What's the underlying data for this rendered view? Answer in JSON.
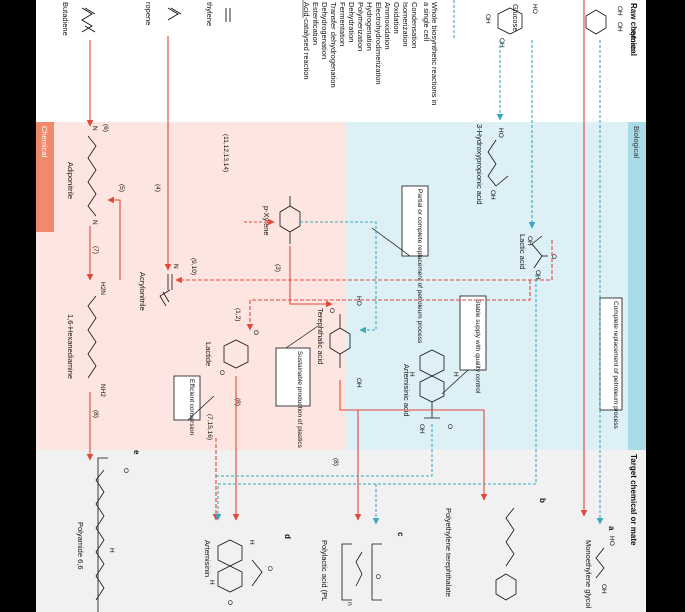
{
  "columns": {
    "left_heading": "Raw chemical",
    "right_heading": "Target chemical or mate",
    "biological_band": "Biological",
    "chemical_band": "Chemical"
  },
  "raw_materials": {
    "xylose": "Xylose",
    "glucose": "Glucose",
    "propene": "ropene",
    "ethylene": "thylene",
    "butadiene": "Butadiene"
  },
  "reaction_legend": [
    "Whole biosynthetic reactions in",
    "a single cell",
    "Condensation",
    "Isomerization",
    "Oxidation",
    "Ammoxidation",
    "Electrohydrodimerization",
    "Hydrogenation",
    "Polymerization",
    "Dehydration",
    "Fermentation",
    "Transfer dehydrogenation",
    "Dehydrogenation",
    "Esterification",
    "Acid-catalysed reaction"
  ],
  "intermediates": {
    "hydroxypropionic": "3-Hydroxypropionic acid",
    "lactic": "Lactic acid",
    "p_xylene": "p-Xylene",
    "terephthalic": "Terephthalic acid",
    "artemisinic": "Artemisinic acid",
    "acrylonitrile": "Acrylonitrile",
    "adiponitrile": "Adiponitrile",
    "hexanediamine": "1,6-Hexanediamine",
    "lactide": "Lactide"
  },
  "products": {
    "monoethylene_glycol": "Monoethylene glycol",
    "pet": "Polyethylene terephthalate",
    "pla": "Polylactic acid (PL",
    "artemisinin": "Artemisinin",
    "polyamide": "Polyamide 6,6"
  },
  "panel_letters": [
    "a",
    "b",
    "c",
    "d",
    "e"
  ],
  "callouts": {
    "complete_replacement": "Complete replacement of petroleum process",
    "partial_replacement": "Partial or complete replacement of petroleum process",
    "stable_supply": "Stable supply with quality control",
    "sustainable": "Sustainable production of plastics",
    "efficient": "Efficient conversion"
  },
  "step_labels": {
    "s11_14": "(11,12,13,14)",
    "s3": "(3)",
    "s9_10": "(9,10)",
    "s4": "(4)",
    "s5": "(5)",
    "s6": "(6)",
    "s7": "(7)",
    "s8a": "(8)",
    "s8b": "(8)",
    "s8c": "(8)",
    "s1_2": "(1,2)",
    "s7_15_16": "(7,15,16)"
  },
  "chem_atoms": {
    "ho": "HO",
    "oh": "OH",
    "o": "O",
    "n": "N",
    "nh2": "NH2",
    "h2n": "H2N",
    "h": "H",
    "hn": "H",
    "n_sub": "n"
  },
  "colors": {
    "background_white": "#ffffff",
    "chemical_band": "#fde6e1",
    "chemical_label_bg": "#f08a6d",
    "biological_band": "#dcf0f6",
    "biological_label_bg": "#a8dde8",
    "target_band": "#f1f1f1",
    "red_arrow": "#e0493a",
    "blue_arrow": "#3aa7c0"
  }
}
